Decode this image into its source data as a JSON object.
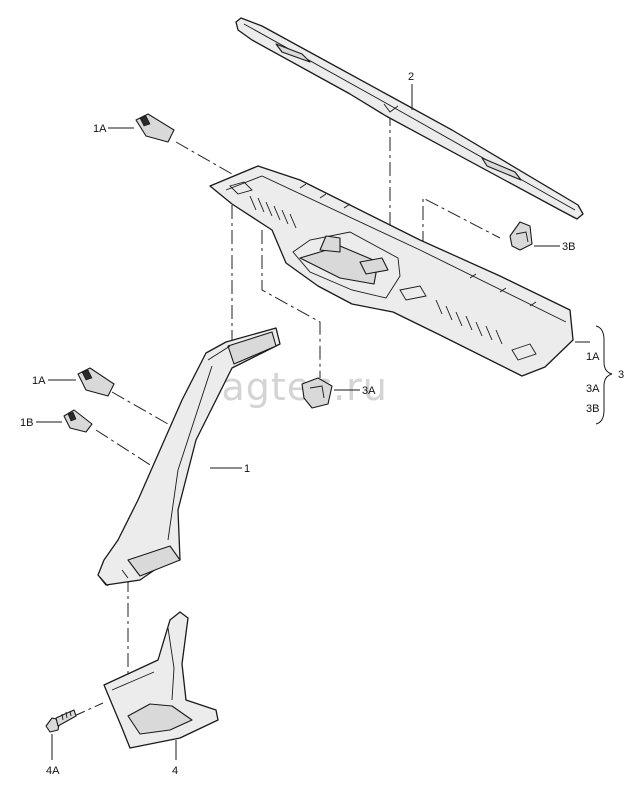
{
  "watermark": "vagtec.ru",
  "callouts": {
    "part_1": "1",
    "part_2": "2",
    "part_3": "3",
    "part_4": "4",
    "clip_1a_top": "1A",
    "clip_1a_mid": "1A",
    "clip_1b": "1B",
    "clip_3a": "3A",
    "clip_3b": "3B",
    "screw_4a": "4A",
    "bracket_1a": "1A",
    "bracket_3a": "3A",
    "bracket_3b": "3B"
  }
}
